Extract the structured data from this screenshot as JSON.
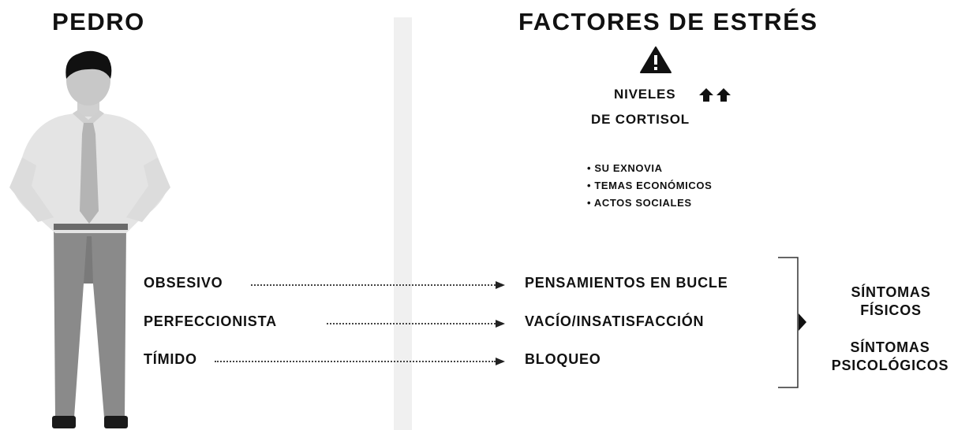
{
  "left": {
    "title": "PEDRO"
  },
  "right": {
    "title": "FACTORES DE ESTRÉS",
    "warning_icon": "warning-triangle-icon",
    "cortisol_line1": "NIVELES",
    "cortisol_line2": "DE CORTISOL",
    "cortisol_icon": "double-up-arrow-icon",
    "stressors": [
      "SU EXNOVIA",
      "TEMAS ECONÓMICOS",
      "ACTOS SOCIALES"
    ]
  },
  "traits": [
    {
      "trait": "OBSESIVO",
      "effect": "PENSAMIENTOS EN BUCLE"
    },
    {
      "trait": "PERFECCIONISTA",
      "effect": "VACÍO/INSATISFACCIÓN"
    },
    {
      "trait": "TÍMIDO",
      "effect": "BLOQUEO"
    }
  ],
  "symptoms": {
    "physical_line1": "SÍNTOMAS",
    "physical_line2": "FÍSICOS",
    "psych_line1": "SÍNTOMAS",
    "psych_line2": "PSICOLÓGICOS"
  },
  "colors": {
    "divider": "#f0f0f0",
    "text": "#111111"
  }
}
